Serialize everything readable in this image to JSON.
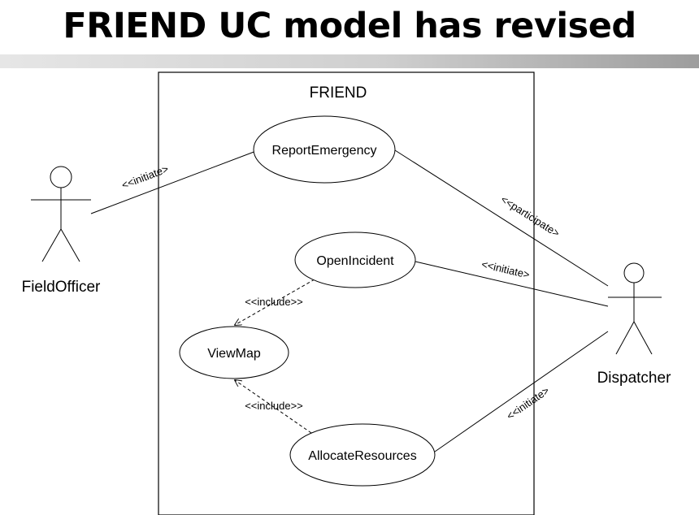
{
  "slide": {
    "title": "FRIEND UC model has revised"
  },
  "diagram": {
    "system_name": "FRIEND",
    "actors": {
      "field_officer": "FieldOfficer",
      "dispatcher": "Dispatcher"
    },
    "use_cases": {
      "report_emergency": "ReportEmergency",
      "open_incident": "OpenIncident",
      "view_map": "ViewMap",
      "allocate_resources": "AllocateResources"
    },
    "relations": {
      "fieldofficer_initiate": "<<initiate>",
      "dispatcher_participate": "<<participate>",
      "dispatcher_initiate_open": "<<initiate>",
      "dispatcher_initiate_allocate": "<<initiate>",
      "include_open_viewmap": "<<include>>",
      "include_allocate_viewmap": "<<include>>"
    }
  }
}
